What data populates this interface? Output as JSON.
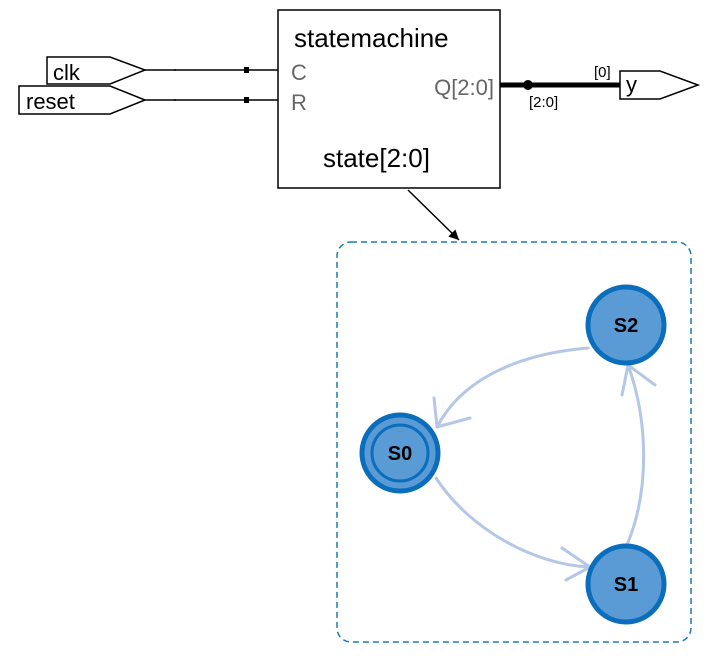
{
  "inputs": {
    "clk": "clk",
    "reset": "reset"
  },
  "block": {
    "name": "statemachine",
    "pin_c": "C",
    "pin_r": "R",
    "pin_q": "Q[2:0]",
    "state": "state[2:0]"
  },
  "bus": {
    "range": "[2:0]",
    "bit": "[0]"
  },
  "output": {
    "y": "y"
  },
  "fsm": {
    "states": [
      "S0",
      "S1",
      "S2"
    ],
    "initial": "S0",
    "transitions": [
      {
        "from": "S0",
        "to": "S1"
      },
      {
        "from": "S1",
        "to": "S2"
      },
      {
        "from": "S2",
        "to": "S0"
      }
    ],
    "colors": {
      "state_fill": "#5b9bd5",
      "state_stroke": "#0a6ebd",
      "edge": "#b4c7e7",
      "frame": "#1f78b4"
    }
  }
}
